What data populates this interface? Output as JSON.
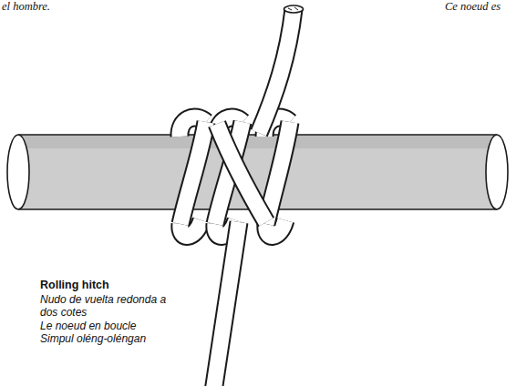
{
  "diagram": {
    "labels": [
      "el hombre.",
      "Ce noeud es",
      "Rolling hitch",
      "Nudo de vuelta redonda a dos cotes",
      "Le noeud en boucle",
      "Simpul oléng-oléngan"
    ]
  }
}
